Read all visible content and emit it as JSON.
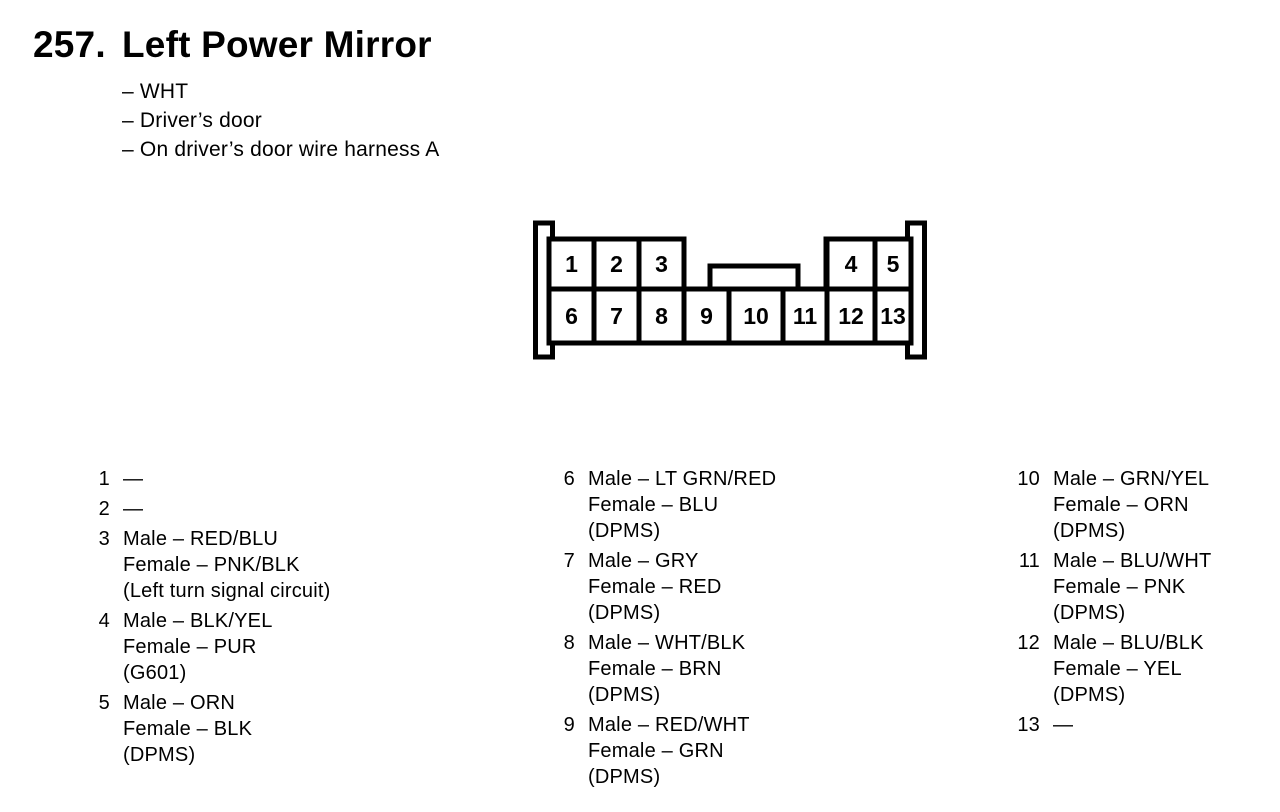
{
  "page": {
    "section_number": "257.",
    "title": "Left Power Mirror",
    "subtitle_lines": [
      "– WHT",
      "– Driver’s door",
      "– On driver’s door wire harness A"
    ]
  },
  "connector": {
    "description": "13-pin connector front view",
    "top_row_labels": [
      "1",
      "2",
      "3",
      "4",
      "5"
    ],
    "bottom_row_labels": [
      "6",
      "7",
      "8",
      "9",
      "10",
      "11",
      "12",
      "13"
    ]
  },
  "pinout": {
    "columns": [
      {
        "entries": [
          {
            "pin": "1",
            "lines": [
              "—"
            ]
          },
          {
            "pin": "2",
            "lines": [
              "—"
            ]
          },
          {
            "pin": "3",
            "lines": [
              "Male – RED/BLU",
              "Female – PNK/BLK",
              "(Left turn signal circuit)"
            ]
          },
          {
            "pin": "4",
            "lines": [
              "Male – BLK/YEL",
              "Female – PUR",
              "(G601)"
            ]
          },
          {
            "pin": "5",
            "lines": [
              "Male – ORN",
              "Female – BLK",
              "(DPMS)"
            ]
          }
        ]
      },
      {
        "entries": [
          {
            "pin": "6",
            "lines": [
              "Male – LT GRN/RED",
              "Female – BLU",
              "(DPMS)"
            ]
          },
          {
            "pin": "7",
            "lines": [
              "Male – GRY",
              "Female – RED",
              "(DPMS)"
            ]
          },
          {
            "pin": "8",
            "lines": [
              "Male – WHT/BLK",
              "Female – BRN",
              "(DPMS)"
            ]
          },
          {
            "pin": "9",
            "lines": [
              "Male – RED/WHT",
              "Female – GRN",
              "(DPMS)"
            ]
          }
        ]
      },
      {
        "entries": [
          {
            "pin": "10",
            "lines": [
              "Male – GRN/YEL",
              "Female – ORN",
              "(DPMS)"
            ]
          },
          {
            "pin": "11",
            "lines": [
              "Male – BLU/WHT",
              "Female – PNK",
              "(DPMS)"
            ]
          },
          {
            "pin": "12",
            "lines": [
              "Male – BLU/BLK",
              "Female – YEL",
              "(DPMS)"
            ]
          },
          {
            "pin": "13",
            "lines": [
              "—"
            ]
          }
        ]
      }
    ]
  },
  "colors": {
    "ink": "#000000",
    "paper": "#ffffff"
  }
}
